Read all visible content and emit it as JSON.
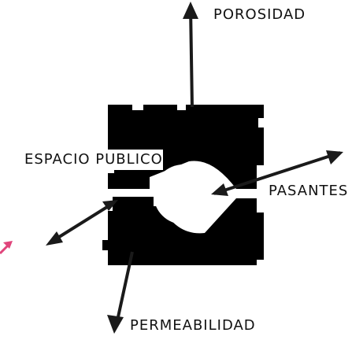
{
  "labels": {
    "porosidad": "POROSIDAD",
    "espacio_line1": "ESPACIO",
    "espacio_line2": "PUBLICO",
    "pasantes": "PASANTES",
    "permeabilidad": "PERMEABILIDAD"
  },
  "colors": {
    "block": "#000000",
    "arrow": "#1a1a1a",
    "accent_arrow": "#e0457b",
    "background": "#ffffff"
  },
  "icons": {
    "edge_mark": "pink-arrow-icon"
  }
}
